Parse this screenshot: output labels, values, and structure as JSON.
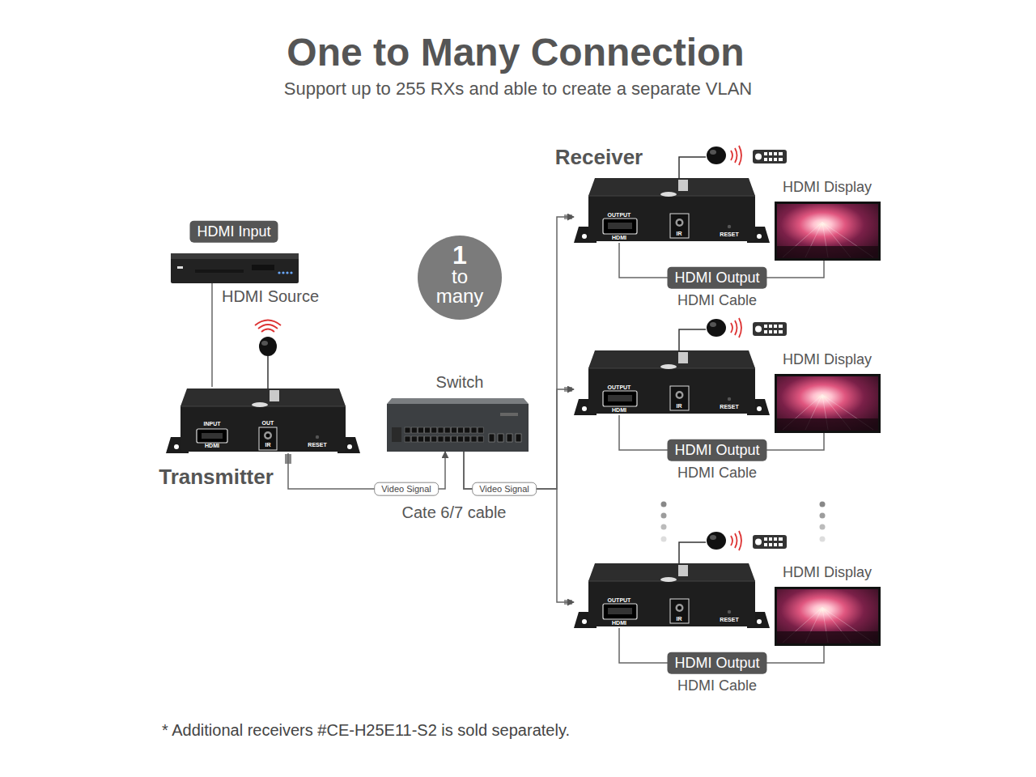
{
  "diagram": {
    "title": "One to Many Connection",
    "caption": "* Additional receivers #CE-H25E11-S2 is sold separately.",
    "nodes": [
      {
        "text": [
          "HDMI Input",
          "HDMI Source"
        ]
      },
      {
        "text": [
          "Transmitter",
          "INPUT",
          "HDMI",
          "OUT",
          "IR",
          "RESET"
        ]
      },
      {
        "text": [
          "1",
          "to many"
        ]
      },
      {
        "text": [
          "Switch"
        ]
      },
      {
        "text": [
          "Receiver",
          "OUTPUT",
          "HDMI",
          "IR",
          "RESET"
        ]
      },
      {
        "text": [
          "HDMI Display"
        ]
      },
      {
        "text": [
          "OUTPUT",
          "HDMI",
          "IR",
          "RESET"
        ]
      },
      {
        "text": [
          "HDMI Display"
        ]
      },
      {
        "text": [
          "OUTPUT",
          "HDMI",
          "IR",
          "RESET"
        ]
      },
      {
        "text": [
          "HDMI Display"
        ]
      }
    ],
    "edges": [
      {
        "from": 0,
        "to": 1,
        "arrow": "none"
      },
      {
        "from": 1,
        "to": 3,
        "arrow": "to",
        "label": "Video Signal"
      },
      {
        "from": 3,
        "to": 4,
        "arrow": "to",
        "label": "Video Signal"
      },
      {
        "from": 3,
        "to": 6,
        "arrow": "to"
      },
      {
        "from": 3,
        "to": 8,
        "arrow": "to"
      },
      {
        "from": 4,
        "to": 5,
        "arrow": "none",
        "label": "HDMI Output"
      },
      {
        "from": 6,
        "to": 7,
        "arrow": "none",
        "label": "HDMI Output"
      },
      {
        "from": 8,
        "to": 9,
        "arrow": "none",
        "label": "HDMI Output"
      }
    ],
    "labels": [
      "Support up to 255 RXs and able to create a separate VLAN",
      "Cate 6/7 cable",
      "HDMI Cable",
      "HDMI Cable",
      "HDMI Cable"
    ]
  }
}
